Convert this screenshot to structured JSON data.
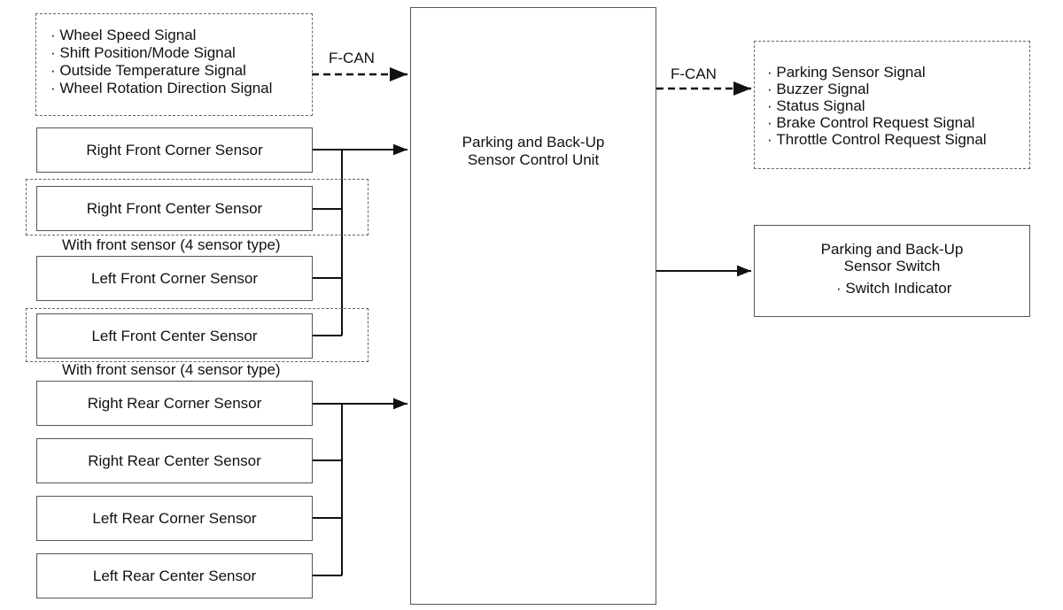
{
  "diagram": {
    "input_signals": [
      "Wheel Speed Signal",
      "Shift Position/Mode Signal",
      "Outside Temperature Signal",
      "Wheel Rotation Direction Signal"
    ],
    "input_bus_label": "F-CAN",
    "front_sensors": [
      "Right Front Corner Sensor",
      "Right Front Center Sensor",
      "Left Front Corner Sensor",
      "Left Front Center Sensor"
    ],
    "optional_note_1": "With front sensor (4 sensor type)",
    "optional_note_2": "With front sensor (4 sensor type)",
    "rear_sensors": [
      "Right Rear Corner Sensor",
      "Right Rear Center Sensor",
      "Left Rear Corner Sensor",
      "Left Rear Center Sensor"
    ],
    "control_unit": {
      "line1": "Parking and Back-Up",
      "line2": "Sensor Control Unit"
    },
    "output_bus_label": "F-CAN",
    "output_signals": [
      "Parking Sensor Signal",
      "Buzzer Signal",
      "Status Signal",
      "Brake Control Request Signal",
      "Throttle Control Request Signal"
    ],
    "switch": {
      "line1": "Parking and Back-Up",
      "line2": "Sensor Switch",
      "item": "Switch Indicator"
    }
  }
}
